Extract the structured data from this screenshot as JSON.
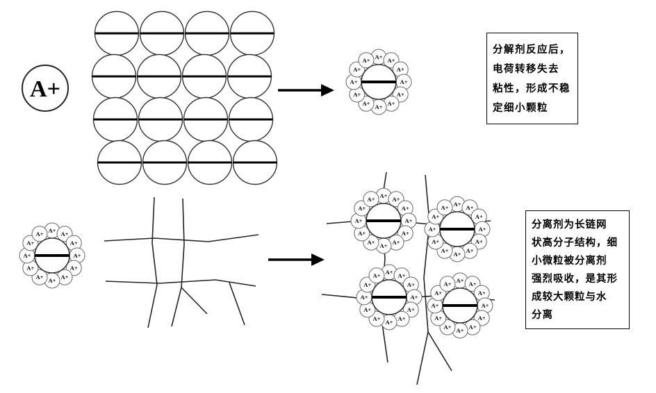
{
  "labels": {
    "ion": "A+"
  },
  "grid": {
    "rows": 4,
    "cols": 4
  },
  "coated_particle": {
    "shell_count": 12
  },
  "cluster": {
    "count": 4
  },
  "annotations": {
    "top": {
      "lines": [
        "分解剂反应后，",
        "电荷转移失去",
        "粘性，形成不稳",
        "定细小颗粒"
      ]
    },
    "bottom": {
      "lines": [
        "分离剂为长链网",
        "状高分子结构，细",
        "小微粒被分离剂",
        "强烈吸收，是其形",
        "成较大颗粒与水",
        "分离"
      ]
    }
  },
  "colors": {
    "ink": "#000000",
    "stroke": "#333333",
    "background": "#ffffff"
  }
}
